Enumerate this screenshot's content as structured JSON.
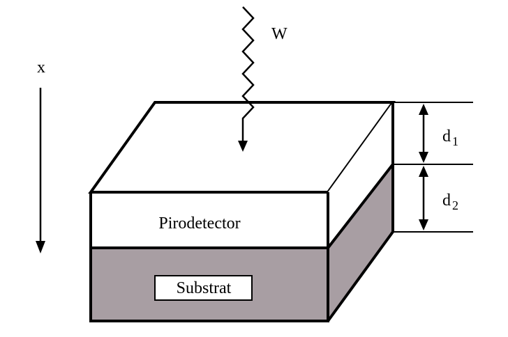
{
  "labels": {
    "axis": "x",
    "radiation": "W",
    "pyrodetector": "Pirodetector",
    "substrate": "Substrat",
    "d1_base": "d",
    "d1_sub": "1",
    "d2_base": "d",
    "d2_sub": "2"
  },
  "colors": {
    "substrate_fill": "#a89ea3",
    "line": "#000000",
    "background": "#ffffff"
  },
  "icons": {
    "radiation": "wavy-arrow-icon",
    "axis": "down-arrow-icon"
  }
}
